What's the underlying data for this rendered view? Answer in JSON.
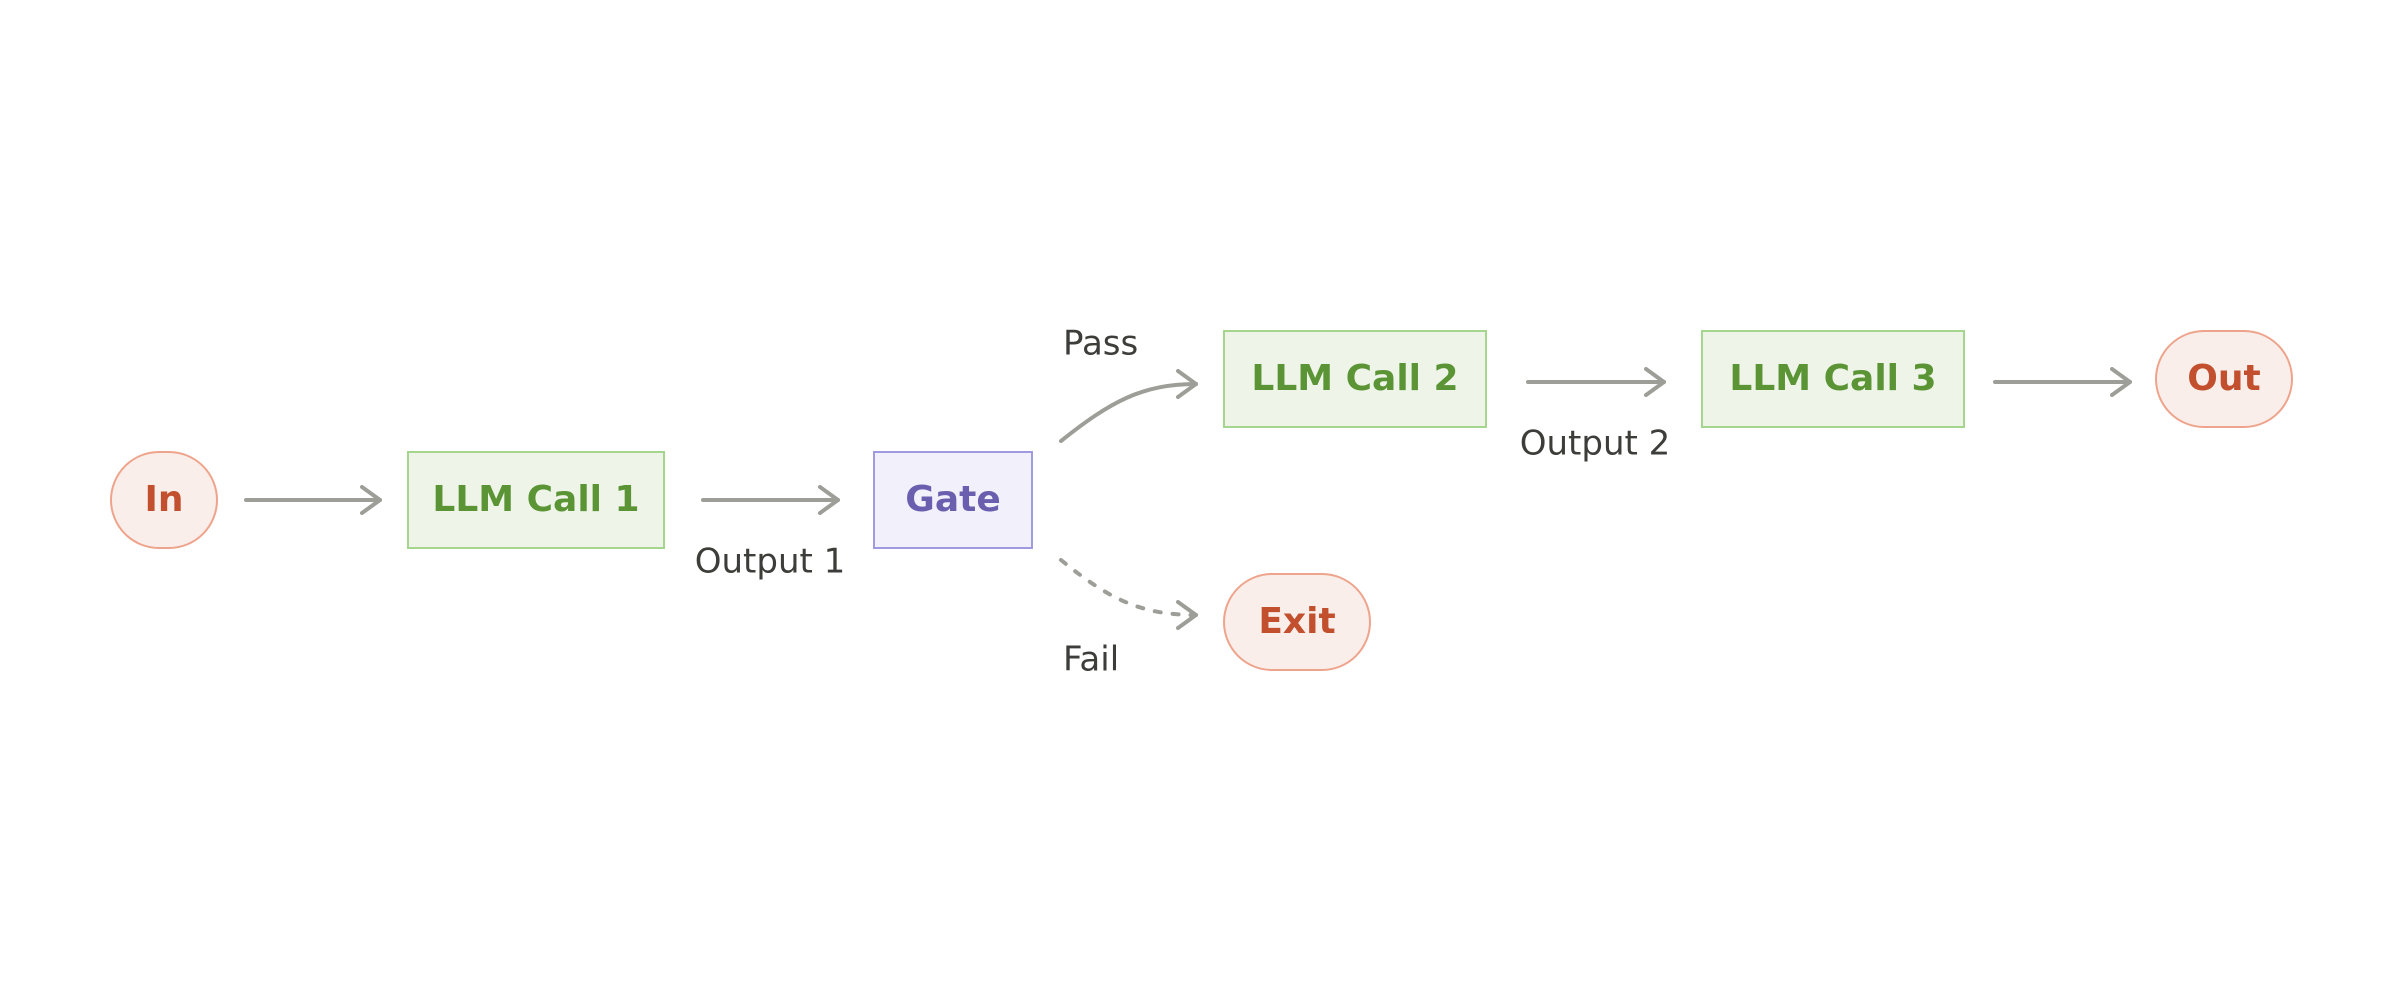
{
  "nodes": {
    "in": {
      "label": "In"
    },
    "llm_call_1": {
      "label": "LLM Call 1"
    },
    "gate": {
      "label": "Gate"
    },
    "llm_call_2": {
      "label": "LLM Call 2"
    },
    "llm_call_3": {
      "label": "LLM Call 3"
    },
    "out": {
      "label": "Out"
    },
    "exit": {
      "label": "Exit"
    }
  },
  "edges": {
    "output_1": "Output 1",
    "output_2": "Output 2",
    "pass": "Pass",
    "fail": "Fail"
  },
  "colors": {
    "terminal_fill": "#faeeea",
    "terminal_stroke": "#eea48c",
    "terminal_text": "#c2502e",
    "llm_fill": "#eef4e8",
    "llm_stroke": "#a6d58d",
    "llm_text": "#5a9434",
    "gate_fill": "#f1f0fb",
    "gate_stroke": "#a09ae0",
    "gate_text": "#6a5fae",
    "arrow": "#9e9e98",
    "label_text": "#3d3d3a"
  }
}
